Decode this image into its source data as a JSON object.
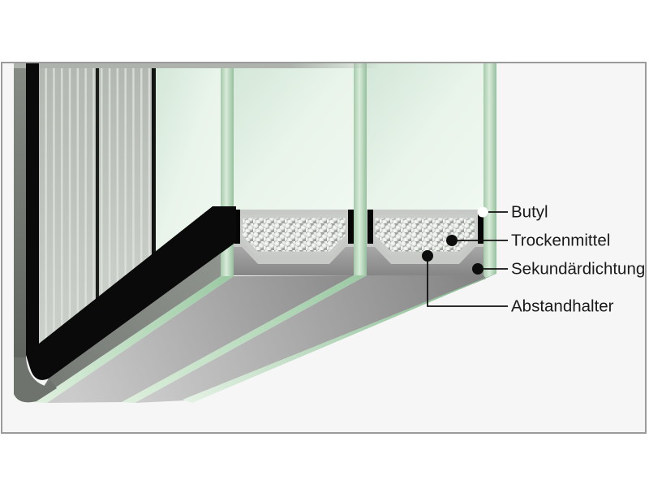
{
  "diagram": {
    "subject": "insulating-glass-edge-cross-section",
    "labels": [
      {
        "id": "butyl",
        "text": "Butyl",
        "marker": "white-dot"
      },
      {
        "id": "trockenmittel",
        "text": "Trockenmittel",
        "marker": "black-dot"
      },
      {
        "id": "sekundaerdichtung",
        "text": "Sekundärdichtung",
        "marker": "black-dot"
      },
      {
        "id": "abstandhalter",
        "text": "Abstandhalter",
        "marker": "black-dot"
      }
    ],
    "palette": {
      "frame_border": "#9b9b9b",
      "panel_background": "#f5f6f5",
      "glass_face_green": "#e3f0e5",
      "glass_edge_green": "#a9cdae",
      "primary_seal_black": "#0a0a0a",
      "spacer_body_gray": "#c6c9c5",
      "desiccant_background": "#9da29d",
      "desiccant_dot": "#f2f4f1",
      "secondary_seal_gray": "#8b8b8b",
      "label_text": "#1a1a1a"
    }
  }
}
